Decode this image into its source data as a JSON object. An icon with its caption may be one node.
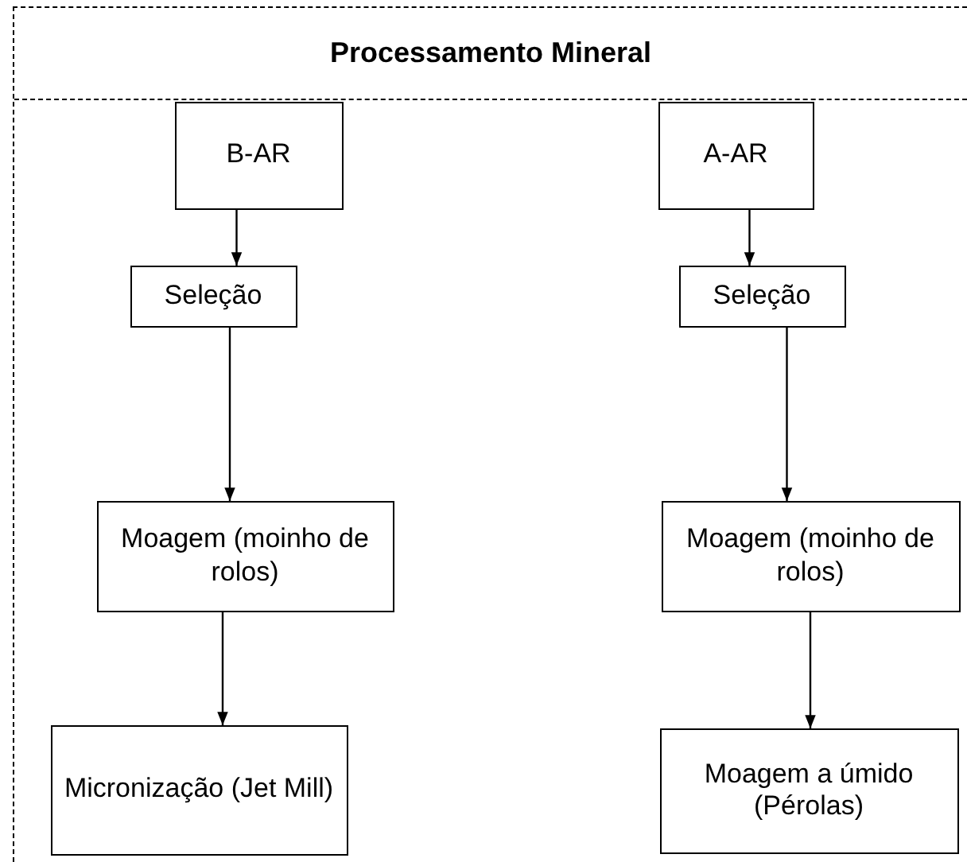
{
  "diagram": {
    "nodes": [
      {
        "text": [
          "Processamento Mineral"
        ]
      },
      {
        "text": [
          "B-AR"
        ],
        "in": 0
      },
      {
        "text": [
          "Seleção"
        ],
        "in": 0
      },
      {
        "text": [
          "Moagem (moinho de rolos)"
        ],
        "in": 0
      },
      {
        "text": [
          "Micronização (Jet Mill)"
        ],
        "in": 0
      },
      {
        "text": [
          "A-AR"
        ],
        "in": 0
      },
      {
        "text": [
          "Seleção"
        ],
        "in": 0
      },
      {
        "text": [
          "Moagem (moinho de rolos)"
        ],
        "in": 0
      },
      {
        "text": [
          "Moagem a úmido (Pérolas)"
        ],
        "in": 0
      }
    ],
    "edges": [
      {
        "from": 1,
        "to": 2,
        "arrow": "to"
      },
      {
        "from": 2,
        "to": 3,
        "arrow": "to"
      },
      {
        "from": 3,
        "to": 4,
        "arrow": "to"
      },
      {
        "from": 5,
        "to": 6,
        "arrow": "to"
      },
      {
        "from": 6,
        "to": 7,
        "arrow": "to"
      },
      {
        "from": 7,
        "to": 8,
        "arrow": "to"
      }
    ]
  }
}
